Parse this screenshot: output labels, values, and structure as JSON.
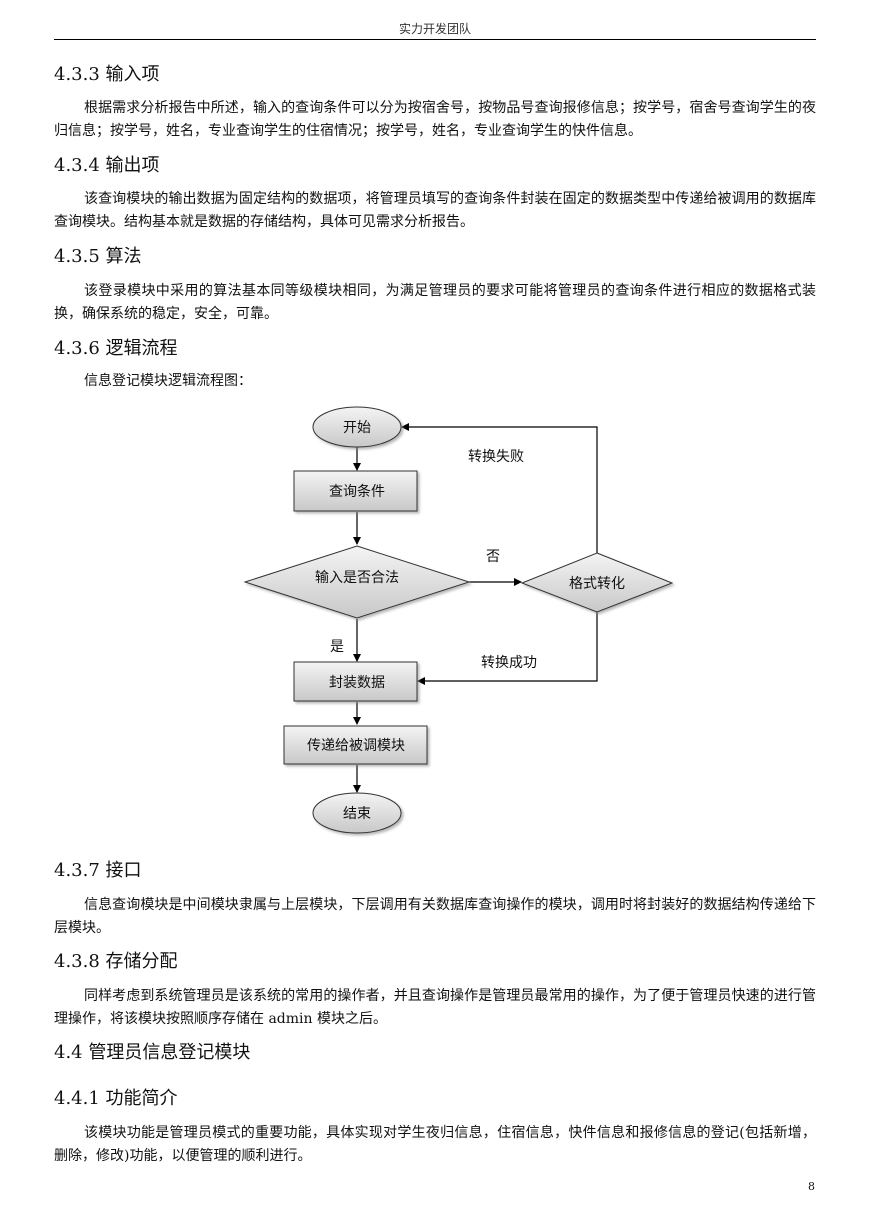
{
  "header": "实力开发团队",
  "sections": {
    "s433": {
      "title": "4.3.3 输入项",
      "body": "根据需求分析报告中所述，输入的查询条件可以分为按宿舍号，按物品号查询报修信息；按学号，宿舍号查询学生的夜归信息；按学号，姓名，专业查询学生的住宿情况；按学号，姓名，专业查询学生的快件信息。"
    },
    "s434": {
      "title": "4.3.4 输出项",
      "body": "该查询模块的输出数据为固定结构的数据项，将管理员填写的查询条件封装在固定的数据类型中传递给被调用的数据库查询模块。结构基本就是数据的存储结构，具体可见需求分析报告。"
    },
    "s435": {
      "title": "4.3.5 算法",
      "body": "该登录模块中采用的算法基本同等级模块相同，为满足管理员的要求可能将管理员的查询条件进行相应的数据格式装换，确保系统的稳定，安全，可靠。"
    },
    "s436": {
      "title": "4.3.6 逻辑流程",
      "intro": "信息登记模块逻辑流程图："
    },
    "s437": {
      "title": "4.3.7 接口",
      "body": "信息查询模块是中间模块隶属与上层模块，下层调用有关数据库查询操作的模块，调用时将封装好的数据结构传递给下层模块。"
    },
    "s438": {
      "title": "4.3.8 存储分配",
      "body": "同样考虑到系统管理员是该系统的常用的操作者，并且查询操作是管理员最常用的操作，为了便于管理员快速的进行管理操作，将该模块按照顺序存储在 admin 模块之后。"
    },
    "s44": {
      "title": "4.4 管理员信息登记模块"
    },
    "s441": {
      "title": "4.4.1 功能简介",
      "body": "该模块功能是管理员模式的重要功能，具体实现对学生夜归信息，住宿信息，快件信息和报修信息的登记(包括新增，删除，修改)功能，以便管理的顺利进行。"
    }
  },
  "flowchart": {
    "start": "开始",
    "query": "查询条件",
    "check": "输入是否合法",
    "convert": "格式转化",
    "pack": "封装数据",
    "pass": "传递给被调模块",
    "end": "结束",
    "fail_label": "转换失败",
    "no_label": "否",
    "yes_label": "是",
    "success_label": "转换成功"
  },
  "page_number": "8"
}
